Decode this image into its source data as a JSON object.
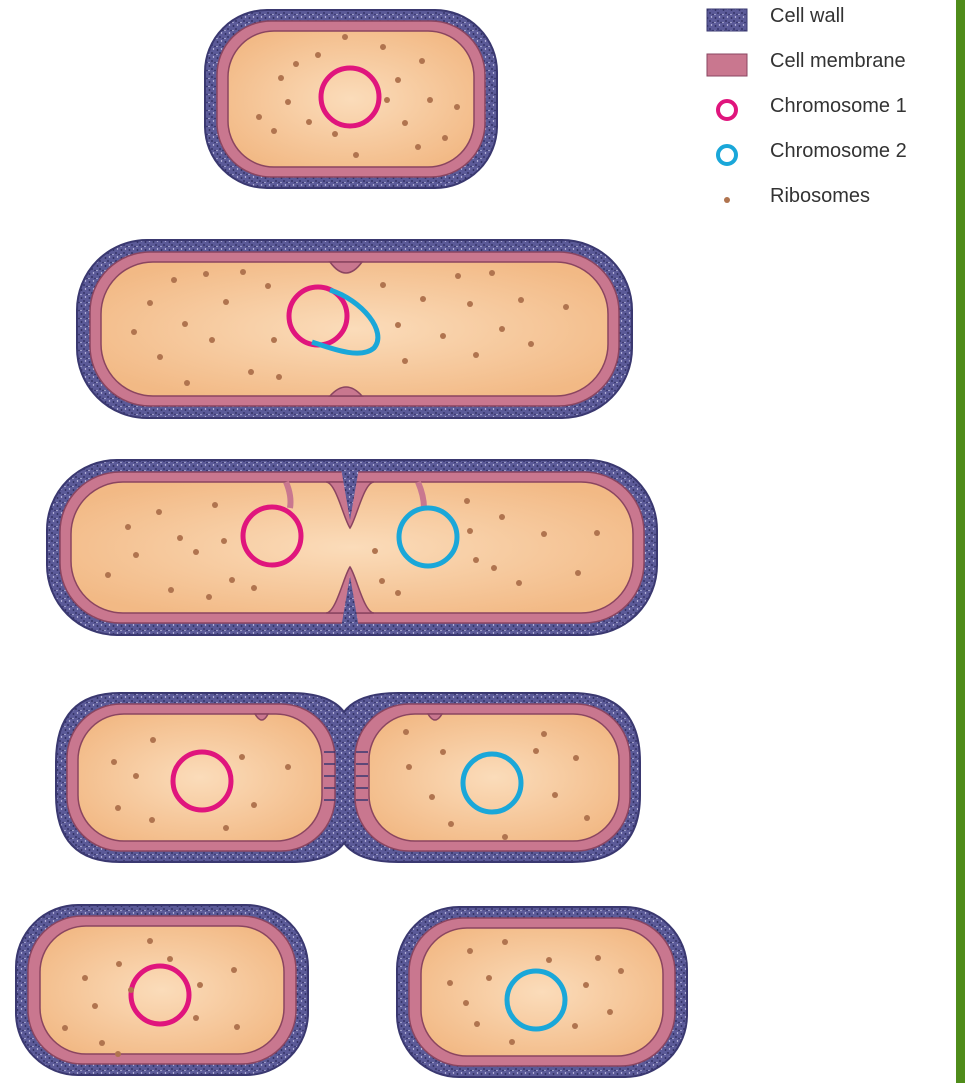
{
  "legend": {
    "items": [
      {
        "key": "cell-wall",
        "label": "Cell wall",
        "icon": "speckled-square"
      },
      {
        "key": "cell-membrane",
        "label": "Cell membrane",
        "icon": "filled-square"
      },
      {
        "key": "chromosome-1",
        "label": "Chromosome 1",
        "icon": "ring"
      },
      {
        "key": "chromosome-2",
        "label": "Chromosome 2",
        "icon": "ring"
      },
      {
        "key": "ribosomes",
        "label": "Ribosomes",
        "icon": "dot"
      }
    ]
  },
  "colors": {
    "cell_wall": "#5b5a98",
    "cell_wall_speckle": "#2a2a5a",
    "cell_membrane": "#c9778f",
    "cytoplasm": "#f6c596",
    "chromosome_1": "#e0157d",
    "chromosome_2": "#1aa7d9",
    "ribosome": "#b0744f",
    "side_bar": "#4f8c1a"
  },
  "stages": [
    {
      "name": "stage-1-single-cell"
    },
    {
      "name": "stage-2-replication"
    },
    {
      "name": "stage-3-septum-forming"
    },
    {
      "name": "stage-4-cells-separating"
    },
    {
      "name": "stage-5-daughter-cells"
    }
  ]
}
